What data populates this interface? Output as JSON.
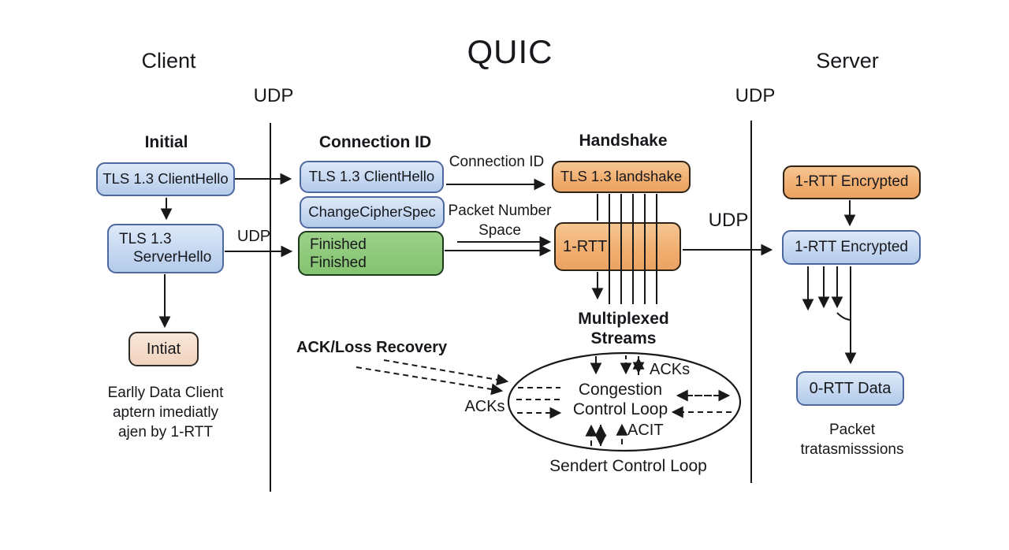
{
  "title": "QUIC",
  "colors": {
    "box_blue": "#c6d8f1",
    "box_blue_border": "#4e68a0",
    "box_orange": "#f0ad6e",
    "box_green": "#8cc878",
    "box_pink": "#f2d5c1",
    "line": "#191919",
    "background": "#ffffff"
  },
  "client": {
    "heading": "Client",
    "udp_top": "UDP",
    "udp_mid": "UDP",
    "section": "Initial",
    "client_hello": "TLS 1.3 ClientHello",
    "server_hello_line1": "TLS 1.3",
    "server_hello_line2": "ServerHello",
    "initial_box": "Intiat",
    "note": [
      "Earlly Data Client",
      "aptern imediatly",
      "ajen by 1-RTT"
    ]
  },
  "middle": {
    "section": "Connection ID",
    "client_hello": "TLS 1.3 ClientHello",
    "change_cipher_spec": "ChangeCipherSpec",
    "finished_line1": "Finished",
    "finished_line2": "Finished",
    "connection_id_label": "Connection ID",
    "packet_number_line1": "Packet Number",
    "packet_number_line2": "Space",
    "ack_loss_recovery": "ACK/Loss Recovery",
    "acks_left": "ACKs"
  },
  "handshake": {
    "section": "Handshake",
    "udp_mid": "UDP",
    "tls_handshake_box": "TLS 1.3 landshake",
    "one_rtt_box": "1-RTT",
    "multiplexed_line1": "Multiplexed",
    "multiplexed_line2": "Streams",
    "acks_top": "ACKs",
    "congestion_line1": "Congestion",
    "congestion_line2": "Control Loop",
    "acit": "ACIT",
    "sender_loop": "Sendert Control Loop"
  },
  "server": {
    "heading": "Server",
    "udp_top": "UDP",
    "one_rtt_encrypted_orange": "1-RTT Encrypted",
    "one_rtt_encrypted_blue": "1-RTT Encrypted",
    "zero_rtt_data": "0-RTT Data",
    "note": [
      "Packet",
      "tratasmisssions"
    ]
  }
}
